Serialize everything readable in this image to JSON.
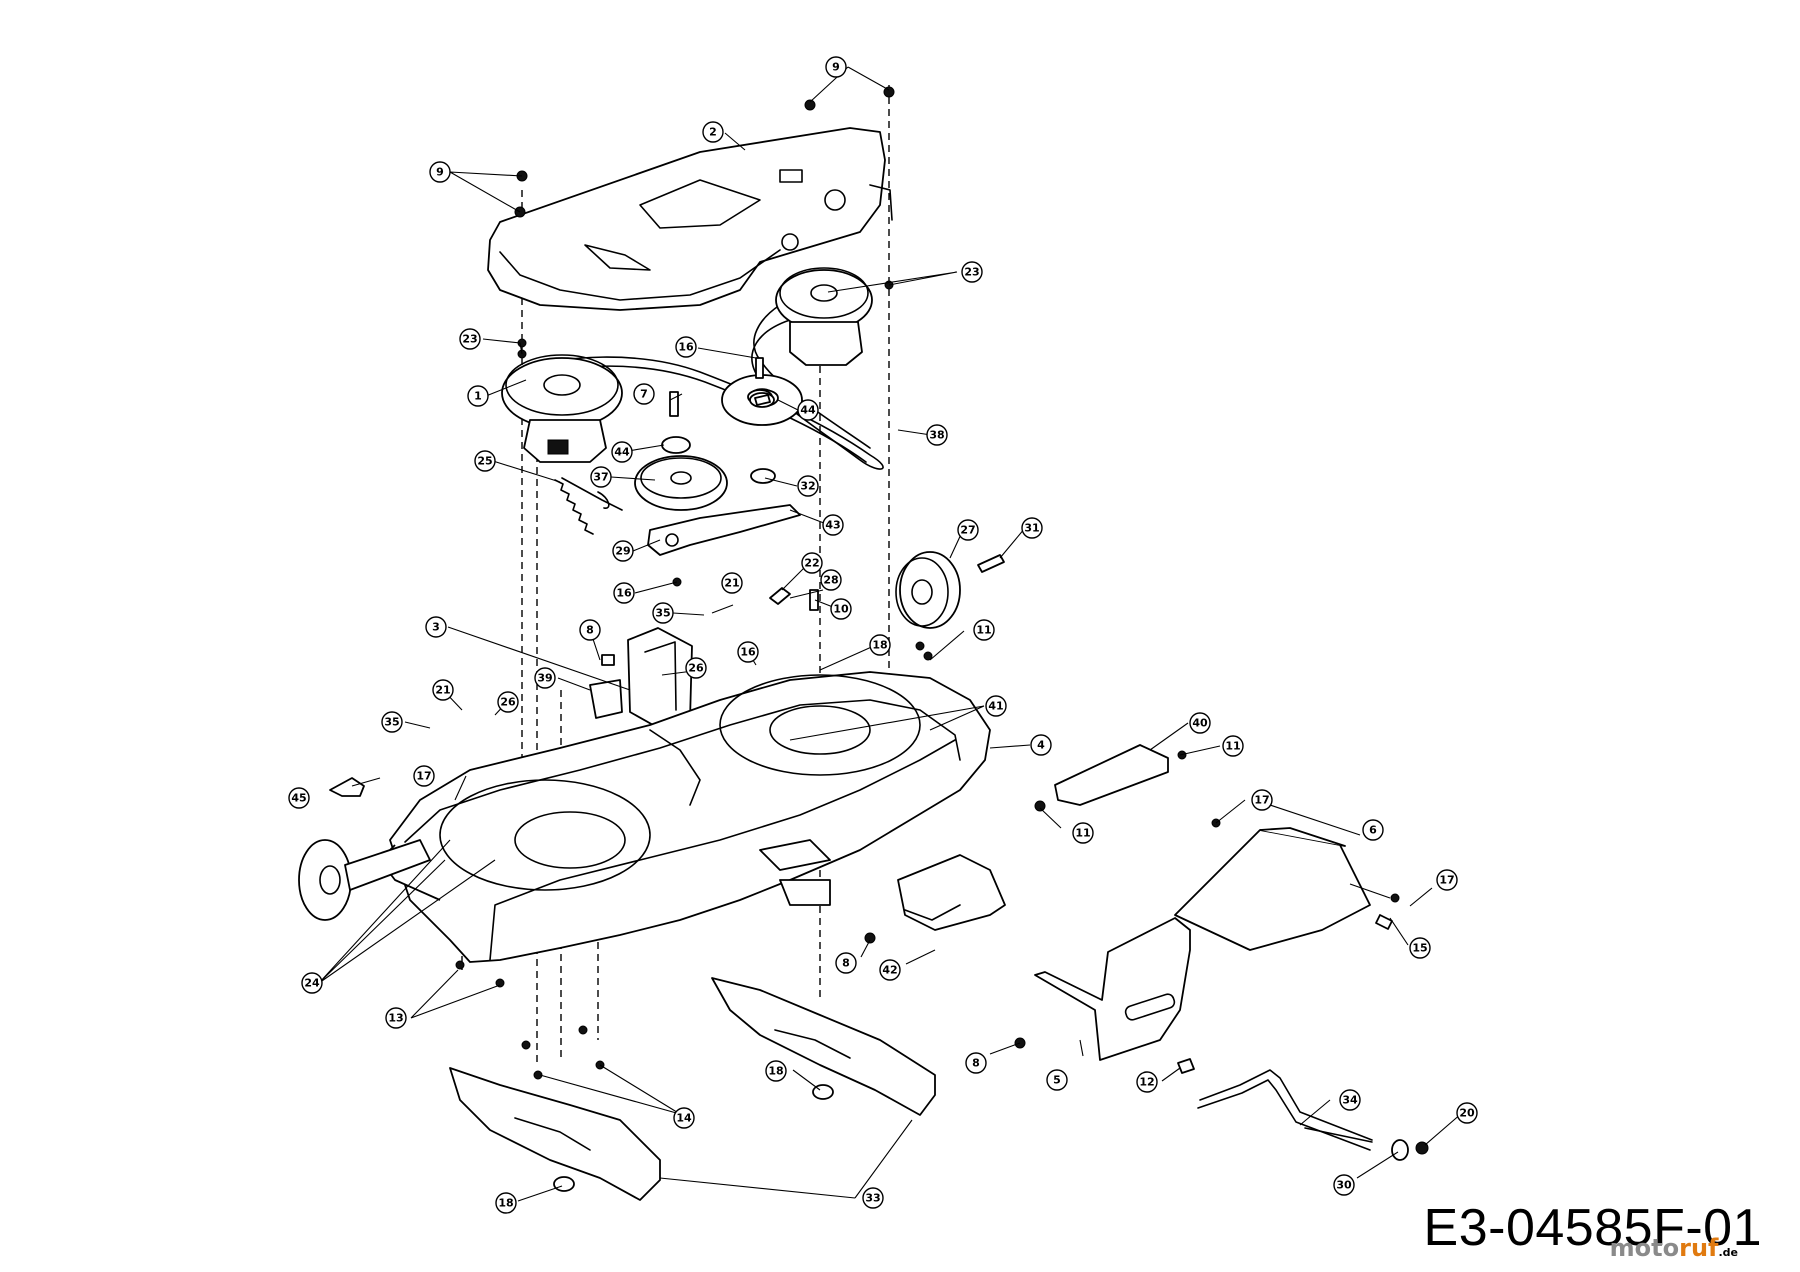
{
  "diagram_code": "E3-04585F-01",
  "watermark": {
    "prefix": "moto",
    "accent": "ruf",
    "suffix": ".de",
    "accent_color": "#e07a10"
  },
  "callouts": [
    {
      "id": "c9a",
      "label": "9"
    },
    {
      "id": "c9b",
      "label": "9"
    },
    {
      "id": "c2",
      "label": "2"
    },
    {
      "id": "c23a",
      "label": "23"
    },
    {
      "id": "c23b",
      "label": "23"
    },
    {
      "id": "c1",
      "label": "1"
    },
    {
      "id": "c16a",
      "label": "16"
    },
    {
      "id": "c7",
      "label": "7"
    },
    {
      "id": "c44a",
      "label": "44"
    },
    {
      "id": "c44b",
      "label": "44"
    },
    {
      "id": "c38",
      "label": "38"
    },
    {
      "id": "c25",
      "label": "25"
    },
    {
      "id": "c37",
      "label": "37"
    },
    {
      "id": "c32",
      "label": "32"
    },
    {
      "id": "c43",
      "label": "43"
    },
    {
      "id": "c29",
      "label": "29"
    },
    {
      "id": "c27",
      "label": "27"
    },
    {
      "id": "c31",
      "label": "31"
    },
    {
      "id": "c22",
      "label": "22"
    },
    {
      "id": "c28",
      "label": "28"
    },
    {
      "id": "c10",
      "label": "10"
    },
    {
      "id": "c16b",
      "label": "16"
    },
    {
      "id": "c21a",
      "label": "21"
    },
    {
      "id": "c35a",
      "label": "35"
    },
    {
      "id": "c3",
      "label": "3"
    },
    {
      "id": "c8a",
      "label": "8"
    },
    {
      "id": "c26a",
      "label": "26"
    },
    {
      "id": "c39",
      "label": "39"
    },
    {
      "id": "c18a",
      "label": "18"
    },
    {
      "id": "c16c",
      "label": "16"
    },
    {
      "id": "c11a",
      "label": "11"
    },
    {
      "id": "c21b",
      "label": "21"
    },
    {
      "id": "c26b",
      "label": "26"
    },
    {
      "id": "c35b",
      "label": "35"
    },
    {
      "id": "c41",
      "label": "41"
    },
    {
      "id": "c4",
      "label": "4"
    },
    {
      "id": "c40",
      "label": "40"
    },
    {
      "id": "c11b",
      "label": "11"
    },
    {
      "id": "c45",
      "label": "45"
    },
    {
      "id": "c17a",
      "label": "17"
    },
    {
      "id": "c17b",
      "label": "17"
    },
    {
      "id": "c11c",
      "label": "11"
    },
    {
      "id": "c6",
      "label": "6"
    },
    {
      "id": "c17c",
      "label": "17"
    },
    {
      "id": "c15",
      "label": "15"
    },
    {
      "id": "c24",
      "label": "24"
    },
    {
      "id": "c8b",
      "label": "8"
    },
    {
      "id": "c42",
      "label": "42"
    },
    {
      "id": "c13",
      "label": "13"
    },
    {
      "id": "c8c",
      "label": "8"
    },
    {
      "id": "c5",
      "label": "5"
    },
    {
      "id": "c12",
      "label": "12"
    },
    {
      "id": "c18b",
      "label": "18"
    },
    {
      "id": "c14",
      "label": "14"
    },
    {
      "id": "c34",
      "label": "34"
    },
    {
      "id": "c20",
      "label": "20"
    },
    {
      "id": "c30",
      "label": "30"
    },
    {
      "id": "c18c",
      "label": "18"
    },
    {
      "id": "c33",
      "label": "33"
    }
  ]
}
